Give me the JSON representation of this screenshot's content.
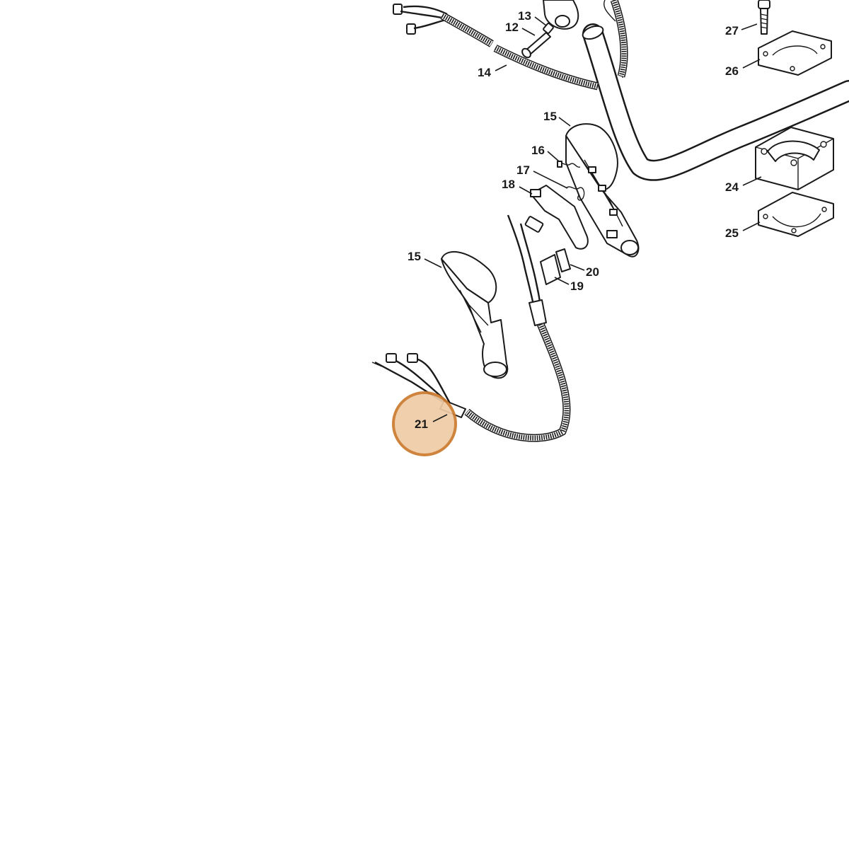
{
  "diagram": {
    "callouts": [
      "12",
      "13",
      "14",
      "15",
      "15",
      "16",
      "17",
      "18",
      "19",
      "20",
      "21",
      "24",
      "25",
      "26",
      "27"
    ],
    "highlighted_part": "21",
    "highlight_color": "#eecba6",
    "highlight_stroke_color": "#cc7a2e"
  }
}
